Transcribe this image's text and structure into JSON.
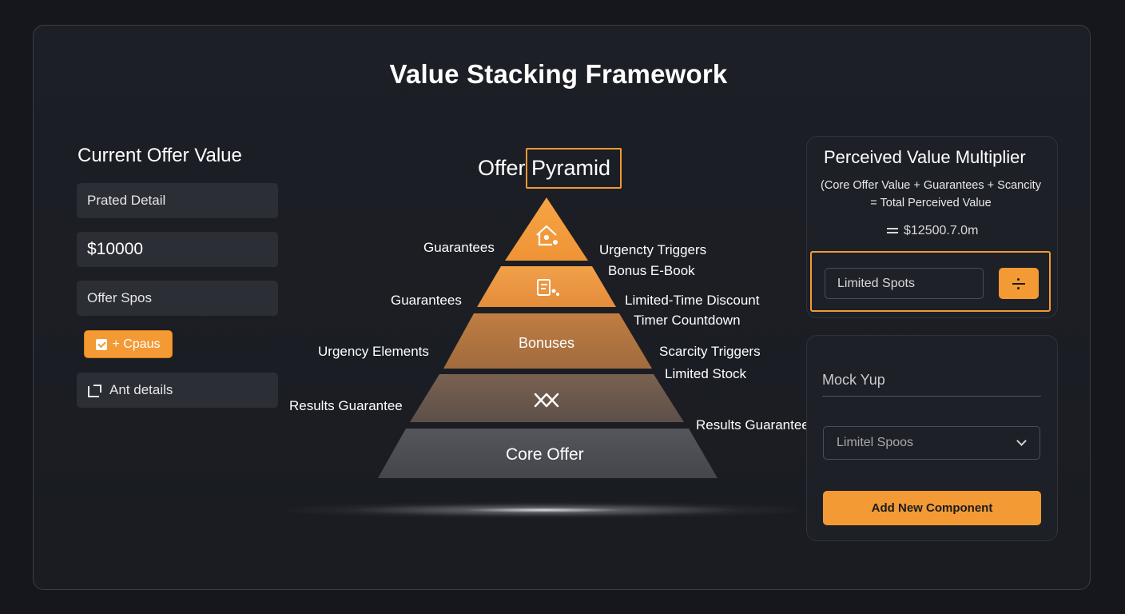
{
  "title": "Value Stacking Framework",
  "left_panel": {
    "heading": "Current Offer Value",
    "field1": "Prated Detail",
    "price": "$10000",
    "field3": "Offer Spos",
    "add_button": "+ Cpaus",
    "details": "Ant details"
  },
  "pyramid": {
    "title": "Offer Pyramid",
    "tiers": [
      {
        "label": "",
        "icon": "house-icon",
        "color": "#f39a35"
      },
      {
        "label": "",
        "icon": "document-icon",
        "color": "#ee9338"
      },
      {
        "label": "Bonuses",
        "icon": "",
        "color": "#b7783f"
      },
      {
        "label": "",
        "icon": "x-mark-icon",
        "color": "#6f5b4a"
      },
      {
        "label": "Core Offer",
        "icon": "",
        "color": "#4c4c53"
      }
    ],
    "left_labels": [
      "Guarantees",
      "Guarantees",
      "Urgency Elements",
      "Results Guarantee"
    ],
    "right_labels": [
      "Urgencty Triggers",
      "Bonus E-Book",
      "Limited-Time Discount",
      "Timer Countdown",
      "Scarcity Triggers",
      "Limited Stock",
      "Results Guaranteee"
    ]
  },
  "multiplier": {
    "title": "Perceived Value Multiplier",
    "formula_line1": "(Core Offer Value + Guarantees + Scancity",
    "formula_line2": "= Total Perceived Value",
    "value": "$12500.7.0m",
    "input_value": "Limited Spots"
  },
  "mock": {
    "field_label": "Mock Yup",
    "select_value": "Limitel Spoos",
    "add_button": "Add New Component"
  },
  "colors": {
    "accent": "#f39a35",
    "background": "#15171d",
    "panel": "#1e2027"
  }
}
